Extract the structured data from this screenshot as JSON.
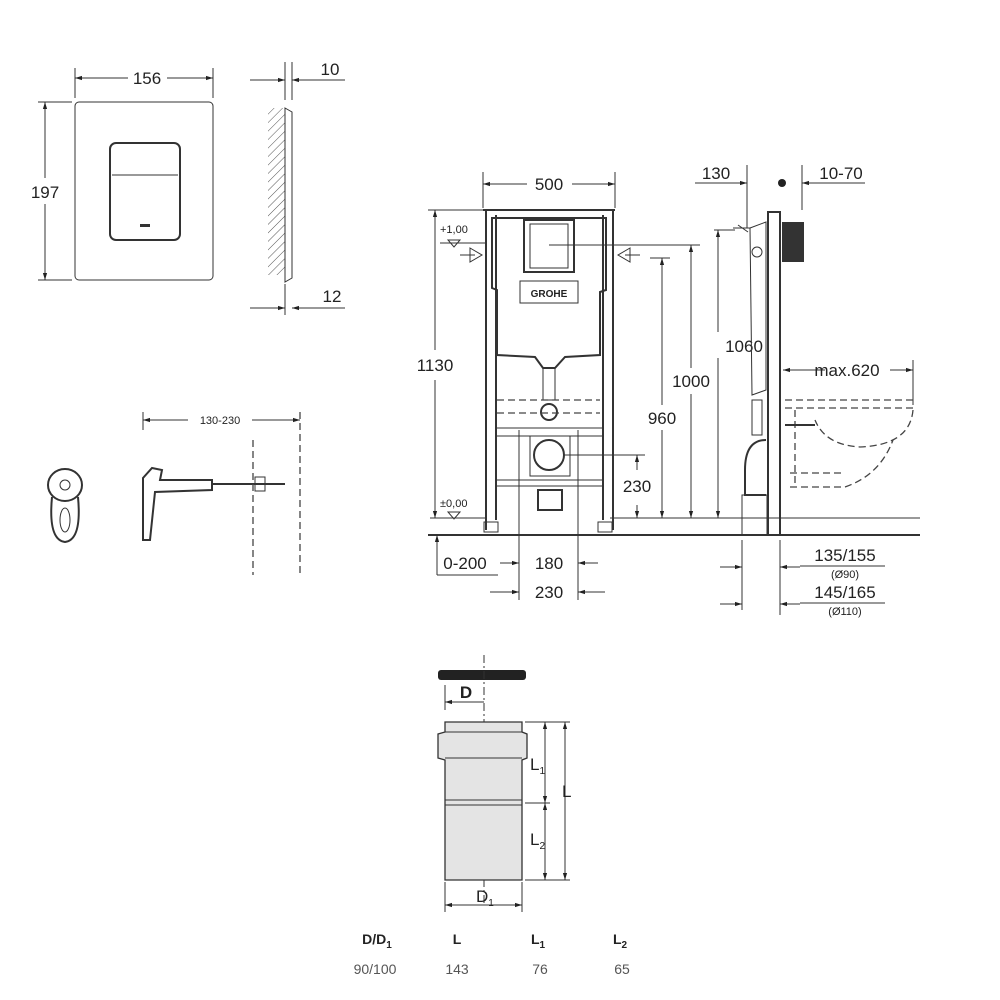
{
  "flush_plate": {
    "width": "156",
    "height": "197",
    "thickness": "10",
    "depth": "12"
  },
  "actuator": {
    "range": "130-230"
  },
  "frame_front": {
    "width": "500",
    "height": "1130",
    "level_top": "+1,00",
    "level_zero": "±0,00",
    "offset": "0-200",
    "bolt_spacing": "180",
    "pipe_spacing": "230",
    "drain_height": "230",
    "logo": "GROHE"
  },
  "frame_side": {
    "depth": "130",
    "wall_gap": "10-70",
    "h1060": "1060",
    "h1000": "1000",
    "h960": "960",
    "max_projection": "max.620",
    "dn90": "135/155",
    "dn90_note": "(Ø90)",
    "dn110": "145/165",
    "dn110_note": "(Ø110)"
  },
  "pipe": {
    "D": "D",
    "D1_main": "D",
    "D1_sub": "1",
    "L": "L",
    "L1_main": "L",
    "L1_sub": "1",
    "L2_main": "L",
    "L2_sub": "2"
  },
  "table": {
    "headers": [
      {
        "main": "D/D",
        "sub": "1"
      },
      {
        "main": "L",
        "sub": ""
      },
      {
        "main": "L",
        "sub": "1"
      },
      {
        "main": "L",
        "sub": "2"
      }
    ],
    "values": [
      "90/100",
      "143",
      "76",
      "65"
    ]
  }
}
